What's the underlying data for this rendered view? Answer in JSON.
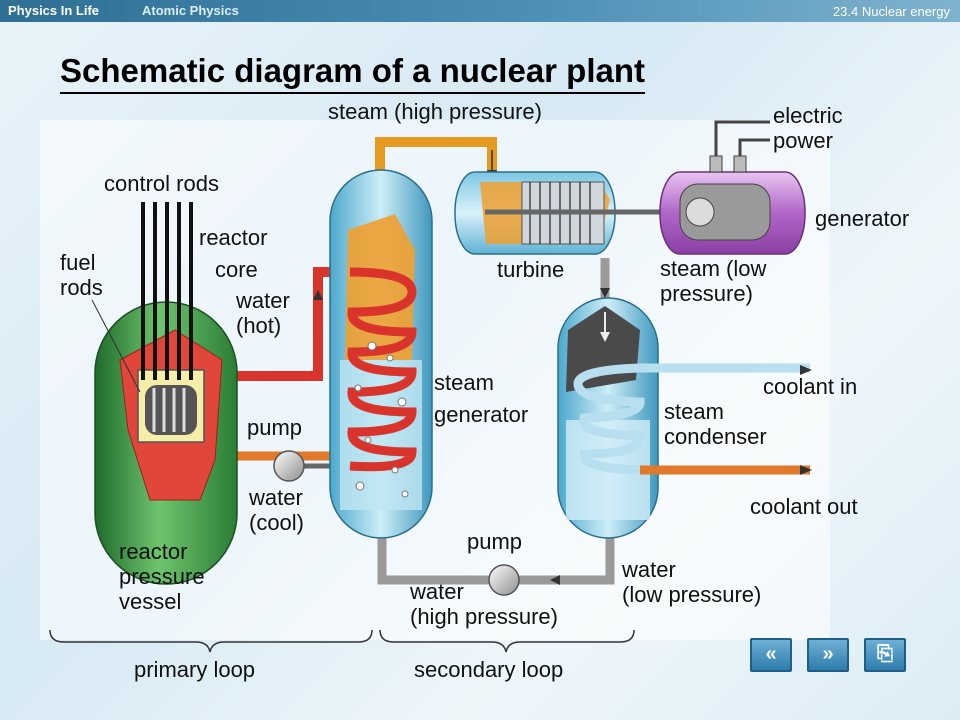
{
  "header": {
    "brand": "Physics In Life",
    "section": "Atomic Physics",
    "chapter": "23.4 Nuclear energy"
  },
  "title": "Schematic diagram of a nuclear plant",
  "labels": {
    "steam_high": "steam (high pressure)",
    "electric_power": [
      "electric",
      "power"
    ],
    "control_rods": "control rods",
    "reactor_core": [
      "reactor",
      "core"
    ],
    "fuel_rods": [
      "fuel",
      "rods"
    ],
    "water_hot": [
      "water",
      "(hot)"
    ],
    "turbine": "turbine",
    "generator": "generator",
    "steam_low": [
      "steam (low",
      "pressure)"
    ],
    "steam_generator": [
      "steam",
      "generator"
    ],
    "coolant_in": "coolant in",
    "pump_primary": "pump",
    "steam_condenser": [
      "steam",
      "condenser"
    ],
    "water_cool": [
      "water",
      "(cool)"
    ],
    "coolant_out": "coolant out",
    "reactor_vessel": [
      "reactor",
      "pressure",
      "vessel"
    ],
    "pump_secondary": "pump",
    "water_high": [
      "water",
      "(high pressure)"
    ],
    "water_low": [
      "water",
      "(low pressure)"
    ],
    "primary_loop": "primary loop",
    "secondary_loop": "secondary loop"
  },
  "nav": {
    "prev": "«",
    "next": "»",
    "exit": "⎘"
  },
  "colors": {
    "vessel_green": "#3a9a4a",
    "core_red": "#e0463a",
    "hot_pipe": "#d9342b",
    "cool_pipe": "#e07a2a",
    "steam_gen_blue": "#8ccde6",
    "gray_pipe": "#9a9a9a",
    "generator_purple": "#c78ad6"
  }
}
